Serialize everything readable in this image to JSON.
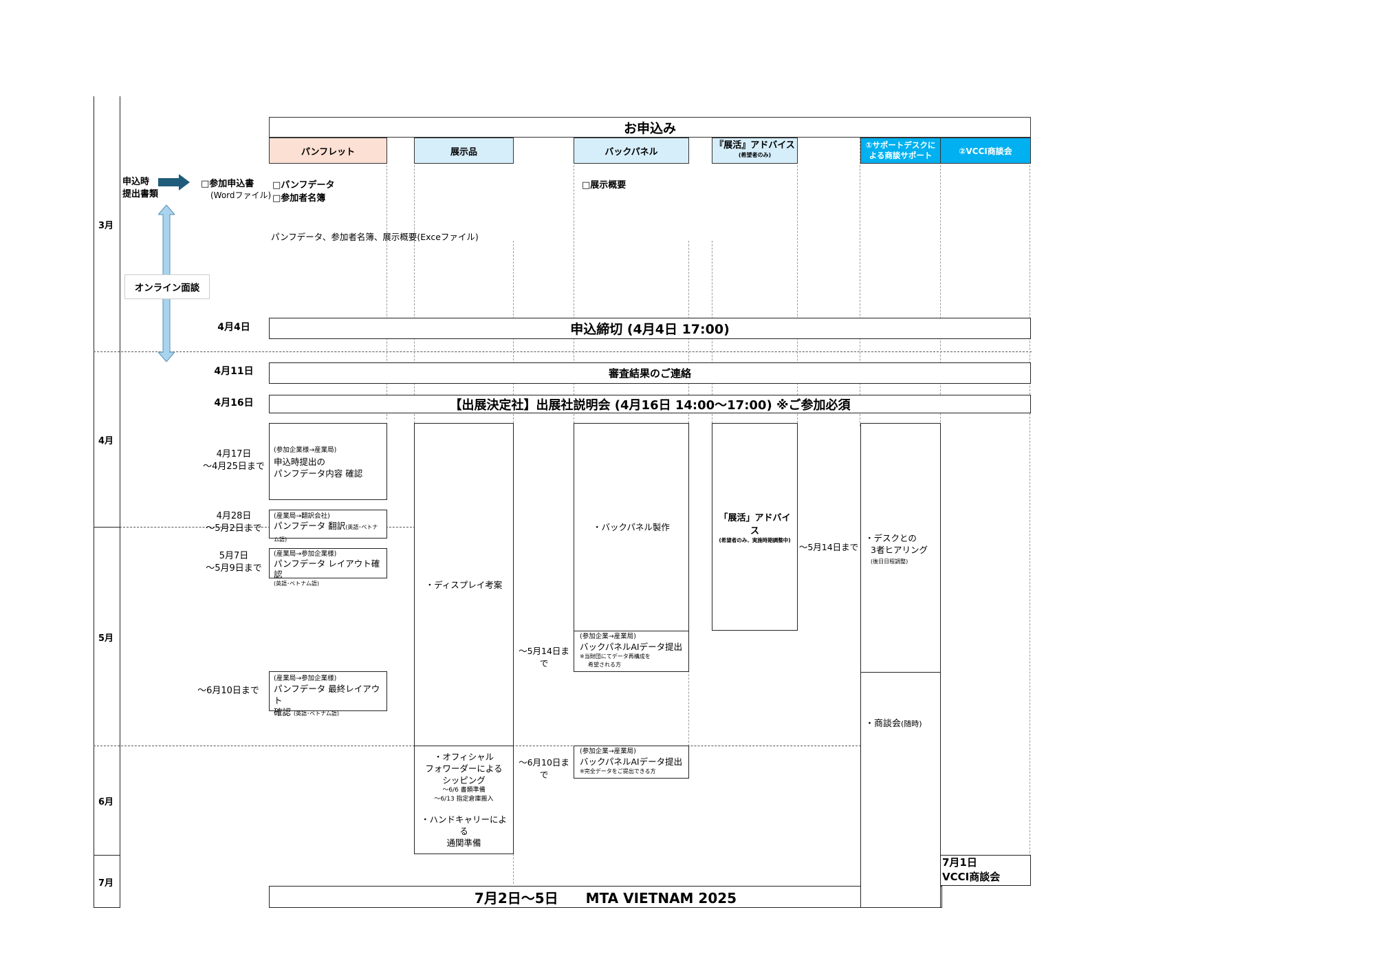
{
  "months": {
    "march": "3月",
    "april": "4月",
    "may": "5月",
    "june": "6月",
    "july": "7月"
  },
  "colors": {
    "pamphlet": "#fbe0d3",
    "exhibit": "#d6eefa",
    "backpanel": "#d6eefa",
    "advice": "#d6eefa",
    "support": "#00b0f0",
    "vcci": "#00b0f0",
    "arrow_dark": "#1f5b7a",
    "arrow_light": "#a8d4ee"
  },
  "header": {
    "title": "お申込み",
    "pamphlet": "パンフレット",
    "exhibit": "展示品",
    "backpanel": "バックパネル",
    "advice_main": "『展活』アドバイス",
    "advice_sub": "(希望者のみ)",
    "support_line1": "①サポートデスクに",
    "support_line2": "よる商談サポート",
    "vcci": "②VCCI商談会"
  },
  "application": {
    "label_line1": "申込時",
    "label_line2": "提出書類",
    "form": "□参加申込書",
    "form_note": "(Wordファイル)",
    "pamphlet_data": "□パンフデータ",
    "participants": "□参加者名簿",
    "exhibit_summary": "□展示概要",
    "excel_note": "パンフデータ、参加者名簿、展示概要(Exceファイル)",
    "online": "オンライン面談"
  },
  "dates": {
    "apr4": "4月4日",
    "apr11": "4月11日",
    "apr16": "4月16日",
    "apr17_line1": "4月17日",
    "apr17_line2": "～4月25日まで",
    "apr28_line1": "4月28日",
    "apr28_line2": "～5月2日まで",
    "may7_line1": "5月7日",
    "may7_line2": "～5月9日まで",
    "jun10": "～6月10日まで",
    "may14_a": "～5月14日まで",
    "may14_b": "～5月14日まで",
    "jun10_b": "～6月10日まで"
  },
  "bands": {
    "deadline": "申込締切 (4月4日 17:00)",
    "review": "審査結果のご連絡",
    "briefing": "【出展決定社】出展社説明会 (4月16日 14:00～17:00)  ※ご参加必須",
    "event": "7月2日～5日　　MTA VIETNAM 2025"
  },
  "pamphlet_steps": [
    {
      "flow": "(参加企業様→産業局)",
      "line1": "申込時提出の",
      "line2": "パンフデータ内容 確認"
    },
    {
      "flow": "(産業局→翻訳会社)",
      "line1": "パンフデータ 翻訳",
      "lang": "(英語･ベトナム語)"
    },
    {
      "flow": "(産業局→参加企業様)",
      "line1": "パンフデータ レイアウト確認",
      "lang": "(英語･ベトナム語)"
    },
    {
      "flow": "(産業局→参加企業様)",
      "line1": "パンフデータ 最終レイアウト",
      "line2": "確認",
      "lang": "(英語･ベトナム語)"
    }
  ],
  "exhibit": {
    "display": "・ディスプレイ考案",
    "ship_line1": "・オフィシャル",
    "ship_line2": "フォワーダーによる",
    "ship_line3": "シッピング",
    "ship_note1": "～6/6 書類準備",
    "ship_note2": "～6/13 指定倉庫搬入",
    "hand_line1": "・ハンドキャリーによる",
    "hand_line2": "通関準備"
  },
  "backpanel": {
    "production": "・バックパネル製作",
    "ai1_flow": "(参加企業→産業局)",
    "ai1_title": "バックパネルAIデータ提出",
    "ai1_note1": "※当財団にてデータ再構成を",
    "ai1_note2": "希望される方",
    "ai2_flow": "(参加企業→産業局)",
    "ai2_title": "バックパネルAIデータ提出",
    "ai2_note": "※完全データをご提出できる方"
  },
  "advice": {
    "title": "「展活」アドバイス",
    "note": "(希望者のみ、実施時期調整中)"
  },
  "support": {
    "hearing_line1": "・デスクとの",
    "hearing_line2": "3者ヒアリング",
    "hearing_note": "(後日日程調整)",
    "meeting": "・商談会",
    "meeting_note": "(随時)"
  },
  "vcci": {
    "date": "7月1日",
    "name": "VCCI商談会"
  }
}
